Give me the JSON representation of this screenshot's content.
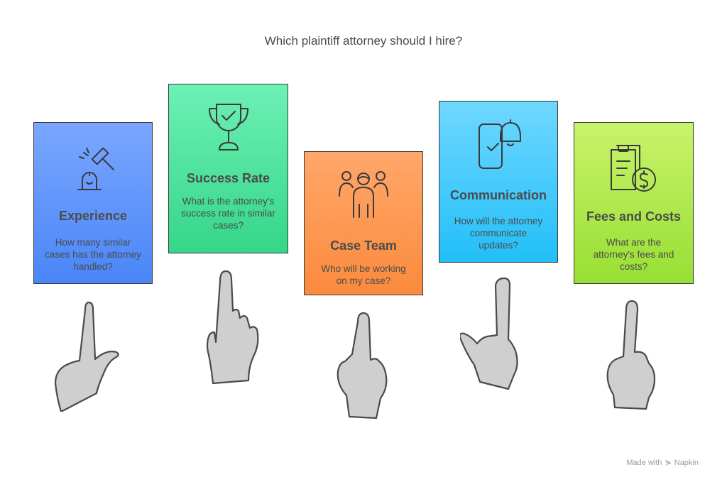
{
  "title": "Which plaintiff attorney should I hire?",
  "cards": [
    {
      "title": "Experience",
      "description": "How many similar cases has the attorney handled?",
      "icon": "gavel-icon",
      "color": "#4a86f7"
    },
    {
      "title": "Success Rate",
      "description": "What is the attorney's success rate in similar cases?",
      "icon": "trophy-icon",
      "color": "#35d688"
    },
    {
      "title": "Case Team",
      "description": "Who will be working on my case?",
      "icon": "team-icon",
      "color": "#fb8a3c"
    },
    {
      "title": "Communication",
      "description": "How will the attorney communicate updates?",
      "icon": "phone-bell-icon",
      "color": "#22bff8"
    },
    {
      "title": "Fees and Costs",
      "description": "What are the attorney's fees and costs?",
      "icon": "clipboard-dollar-icon",
      "color": "#97df33"
    }
  ],
  "footer": {
    "made_with": "Made with",
    "brand": "Napkin"
  }
}
